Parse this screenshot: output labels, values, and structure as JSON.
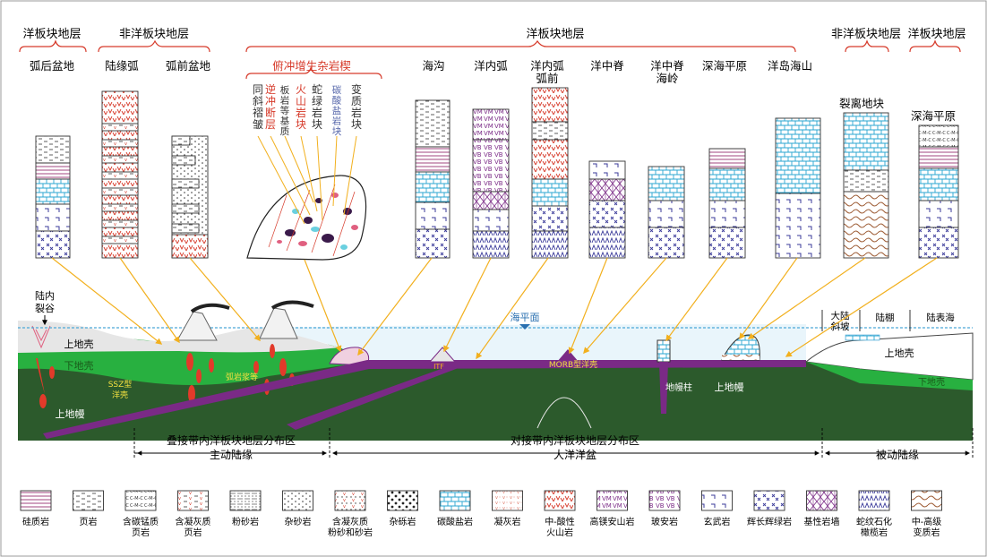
{
  "headers": {
    "h1": "洋板块地层",
    "h2": "非洋板块地层",
    "h3": "洋板块地层",
    "h4": "非洋板块地层",
    "h5": "洋板块地层"
  },
  "settings": {
    "s1": "弧后盆地",
    "s2": "陆缘弧",
    "s3": "弧前盆地",
    "s4": "俯冲增生杂岩楔",
    "s5": "海沟",
    "s6": "洋内弧",
    "s7a": "洋内弧",
    "s7b": "弧前",
    "s8": "洋中脊",
    "s9a": "洋中脊",
    "s9b": "海岭",
    "s10": "深海平原",
    "s11": "洋岛海山",
    "s12": "裂离地块",
    "s13": "深海平原"
  },
  "wedge_parts": [
    {
      "text": "同斜褶皱",
      "color": "#333333"
    },
    {
      "text": "逆冲断层",
      "color": "#d63a2a"
    },
    {
      "text": "板岩等基质",
      "color": "#333333"
    },
    {
      "text": "火山岩块",
      "color": "#d63a2a"
    },
    {
      "text": "蛇绿岩块",
      "color": "#333333"
    },
    {
      "text": "碳酸盐岩块",
      "color": "#5566aa"
    },
    {
      "text": "变质岩块",
      "color": "#333333"
    }
  ],
  "section_labels": {
    "continental_rift_1": "陆内",
    "continental_rift_2": "裂谷",
    "sea_level": "海平面",
    "upper_crust_left": "上地壳",
    "lower_crust_left": "下地壳",
    "upper_mantle_left": "上地幔",
    "ssz": "SSZ型",
    "ssz2": "洋壳",
    "arc_magma": "弧岩浆等",
    "morb": "MORB型洋壳",
    "mantle_plume": "地幔柱",
    "upper_mantle_mid": "上地幔",
    "slope_1": "大陆",
    "slope_2": "斜坡",
    "shelf": "陆棚",
    "epicontinental": "陆表海",
    "upper_crust_right": "上地壳",
    "lower_crust_right": "下地壳",
    "itf": "ITF"
  },
  "zones": {
    "z1_top": "叠接带内洋板块地层分布区",
    "z1_bottom": "主动陆缘",
    "z2_top": "对接带内洋板块地层分布区",
    "z2_bottom": "大洋洋盆",
    "z3_bottom": "被动陆缘"
  },
  "legend": [
    {
      "name": "硅质岩",
      "pattern": "siliceous"
    },
    {
      "name": "页岩",
      "pattern": "shale"
    },
    {
      "name": "含碳锰质页岩",
      "pattern": "cmn"
    },
    {
      "name": "含凝灰质页岩",
      "pattern": "tuffshale"
    },
    {
      "name": "粉砂岩",
      "pattern": "siltstone"
    },
    {
      "name": "杂砂岩",
      "pattern": "greywacke"
    },
    {
      "name": "含凝灰质粉砂和砂岩",
      "pattern": "tuffsand"
    },
    {
      "name": "杂砾岩",
      "pattern": "conglomerate"
    },
    {
      "name": "碳酸盐岩",
      "pattern": "carbonate"
    },
    {
      "name": "凝灰岩",
      "pattern": "tuff"
    },
    {
      "name": "中-酸性火山岩",
      "pattern": "felsic"
    },
    {
      "name": "高镁安山岩",
      "pattern": "hma"
    },
    {
      "name": "玻安岩",
      "pattern": "boninite"
    },
    {
      "name": "玄武岩",
      "pattern": "basalt"
    },
    {
      "name": "辉长辉绿岩",
      "pattern": "gabbro"
    },
    {
      "name": "基性岩墙",
      "pattern": "dyke"
    },
    {
      "name": "蛇纹石化橄榄岩",
      "pattern": "serpentine"
    },
    {
      "name": "中-高级变质岩",
      "pattern": "metamorphic"
    }
  ],
  "legend_split": {
    "含碳锰质页岩": [
      "含碳锰质",
      "页岩"
    ],
    "含凝灰质页岩": [
      "含凝灰质",
      "页岩"
    ],
    "含凝灰质粉砂和砂岩": [
      "含凝灰质",
      "粉砂和砂岩"
    ],
    "中-酸性火山岩": [
      "中-酸性",
      "火山岩"
    ],
    "蛇纹石化橄榄岩": [
      "蛇纹石化",
      "橄榄岩"
    ],
    "中-高级变质岩": [
      "中-高级",
      "变质岩"
    ]
  },
  "colors": {
    "mantle": "#2c5a2c",
    "lower_crust": "#28b040",
    "upper_crust": "#e6e6e6",
    "oceanic_crust": "#7a2a86",
    "sea": "#4aa8d8",
    "magma": "#e23a2a",
    "bracket": "#d63a2a",
    "arrow": "#f2b01e"
  }
}
